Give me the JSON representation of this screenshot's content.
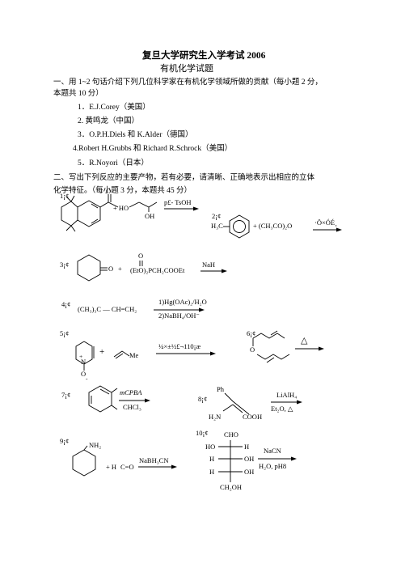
{
  "title": "复旦大学研究生入学考试 2006",
  "subtitle": "有机化学试题",
  "section1": {
    "heading": "一、用 1~2 句话介绍下列几位科学家在有机化学领域所做的贡献（每小题 2 分，",
    "heading2": "本题共 10 分）",
    "items": [
      "1．E.J.Corey（美国）",
      "2. 黄鸣龙（中国）",
      "3．O.P.H.Diels 和  K.Alder（德国）",
      "4.Robert H.Grubbs 和 Richard R.Schrock（美国）",
      "5．R.Noyori（日本）"
    ]
  },
  "section2": {
    "heading": "二、写出下列反应的主要产物，若有必要，请清晰、正确地表示出相应的立体",
    "heading2": "化学特征。（每小题 3 分，本题共 45 分）"
  },
  "reactions": {
    "r1": {
      "num": "1¡¢",
      "o": "O",
      "ho": "+ HO",
      "oh": "OH",
      "cond": "p£- TsOH"
    },
    "r2": {
      "num": "2¡¢",
      "h3c": "H₃C",
      "plus": "+ (CH₃CO)₂O",
      "cond": "·Ö×ÓÉ¸"
    },
    "r3": {
      "num": "3¡¢",
      "o": "O",
      "plus": "+",
      "o2": "O",
      "reagent": "(EtO)₂PCH₂COOEt",
      "cond": "NaH"
    },
    "r4": {
      "num": "4¡¢",
      "substrate": "(CH₃)₃C — CH=CH₂",
      "cond1": "1)Hg(OAc)₂/H₂O",
      "cond2": "2)NaBH₄/OH⁻"
    },
    "r5": {
      "num": "5¡¢",
      "plus_charge": "+",
      "n": "N",
      "o": "O",
      "minus": "-",
      "plus": "+",
      "me": "Me",
      "cond": "¼×±½£¬110¡æ"
    },
    "r6": {
      "num": "6¡¢",
      "o": "O",
      "cond": "△"
    },
    "r7": {
      "num": "7¡¢",
      "cond1": "mCPBA",
      "cond2": "CHCl₃"
    },
    "r8": {
      "num": "8¡¢",
      "ph": "Ph",
      "h2n": "H₂N",
      "cooh": "COOH",
      "cond1": "LiAlH₄",
      "cond2": "Et₂O, △"
    },
    "r9": {
      "num": "9¡¢",
      "nh2": "NH₂",
      "plus": "+ H",
      "co": "C=O",
      "cond": "NaBH₃CN"
    },
    "r10": {
      "num": "10¡¢",
      "cho": "CHO",
      "ho": "HO",
      "h1": "H",
      "h2": "H",
      "h3": "H",
      "oh2": "OH",
      "oh3": "OH",
      "ch2oh": "CH₂OH",
      "cond1": "NaCN",
      "cond2": "H₂O, pH8"
    }
  }
}
